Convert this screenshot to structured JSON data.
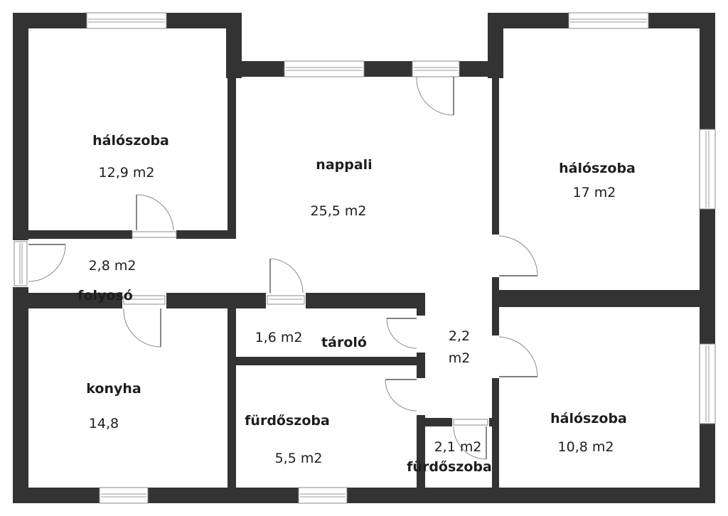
{
  "rooms": {
    "bedroom_top_left": {
      "name": "hálószoba",
      "area": "12,9 m2"
    },
    "living": {
      "name": "nappali",
      "area": "25,5 m2"
    },
    "bedroom_top_right": {
      "name": "hálószoba",
      "area": "17 m2"
    },
    "hall": {
      "name": "folyosó",
      "area": "2,8 m2"
    },
    "kitchen": {
      "name": "konyha",
      "area": "14,8"
    },
    "storage": {
      "name": "tároló",
      "area": "1,6 m2"
    },
    "corridor": {
      "area_line1": "2,2",
      "area_line2": "m2"
    },
    "bathroom": {
      "name": "fürdőszoba",
      "area": "5,5 m2"
    },
    "small_bathroom": {
      "name": "fürdőszoba",
      "area": "2,1 m2"
    },
    "bedroom_bottom_right": {
      "name": "hálószoba",
      "area": "10,8 m2"
    }
  },
  "colors": {
    "wall": "#333333",
    "background": "#ffffff",
    "text": "#1e1e1e"
  }
}
